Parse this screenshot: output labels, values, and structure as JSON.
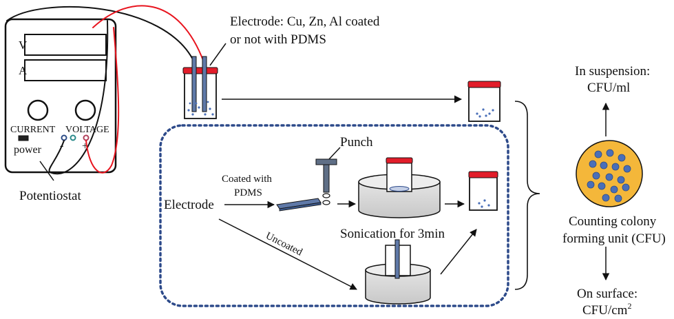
{
  "potentiostat": {
    "v_label": "V",
    "a_label": "A",
    "current_label": "CURRENT",
    "voltage_label": "VOLTAGE",
    "power_label": "power",
    "minus_sign": "-",
    "plus_sign": "+",
    "caption": "Potentiostat"
  },
  "electrode_caption": {
    "line1": "Electrode: Cu, Zn, Al coated",
    "line2": "or not with PDMS"
  },
  "process": {
    "electrode_label": "Electrode",
    "punch_label": "Punch",
    "coated_line1": "Coated with",
    "coated_line2": "PDMS",
    "uncoated_label": "Uncoated",
    "sonication_label": "Sonication for 3min"
  },
  "results": {
    "suspension_line1": "In suspension:",
    "suspension_line2": "CFU/ml",
    "counting_line1": "Counting colony",
    "counting_line2": "forming unit (CFU)",
    "surface_line1": "On surface:",
    "surface_line2": "CFU/cm",
    "surface_superscript": "2"
  },
  "colors": {
    "wire_red": "#e8141e",
    "cap_red": "#e21d2a",
    "electrode_blue": "#5f79a8",
    "dotted_border": "#2d4a8a",
    "colony_dish": "#f4b73a",
    "colony_dots": "#4a6fb8",
    "terminal_teal": "#2a8a8a"
  }
}
